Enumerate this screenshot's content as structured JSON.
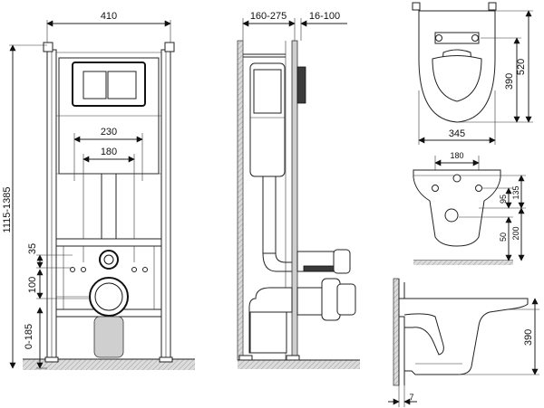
{
  "front_view": {
    "width_label": "410",
    "height_range_label": "1115-1385",
    "flush_plate_width_label": "230",
    "inner_width_label": "180",
    "label_35": "35",
    "label_100": "100",
    "floor_range_label": "0-185"
  },
  "side_view": {
    "depth_range_label": "160-275",
    "wall_range_label": "16-100"
  },
  "bowl_top_view": {
    "length_label": "520",
    "fixing_length_label": "390",
    "width_label": "345"
  },
  "bowl_rear_view": {
    "fixing_spacing_label": "180",
    "label_135": "135",
    "label_95": "95",
    "label_200": "200",
    "label_50": "50"
  },
  "bowl_side_view": {
    "height_label": "390",
    "gap_label": "7"
  }
}
